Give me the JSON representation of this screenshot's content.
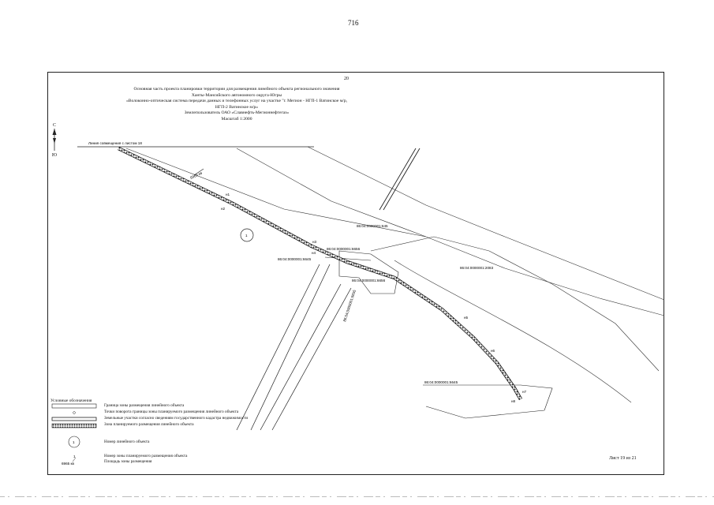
{
  "page_number": "716",
  "sheet_number": "20",
  "title": {
    "line1": "Основная часть проекта планировки территории для размещения линейного объекта регионального значения",
    "line2": "Ханты-Мансийского автономного округа-Югры",
    "line3": "«Волоконно-оптическая система передачи данных и телефонных услуг на участке \"г. Мегион - НГП-1 Ватинское м/р,",
    "line4": "НГП-2 Ватинское м/р»",
    "line5": "Землепользователь ОАО «Славнефть-Мегионнефтегаз»",
    "line6": "Масштаб 1:2000"
  },
  "compass": {
    "north": "С",
    "south": "Ю"
  },
  "map": {
    "match_line_label": "Линия совмещения с листом 18",
    "area_label": "6965 кв",
    "object_number": "1",
    "points": [
      "н1",
      "н2",
      "н3",
      "н4",
      "н5",
      "н6",
      "н7",
      "н8"
    ],
    "cadastral": [
      "86:04:0000001:645",
      "86:04:0000001:6656",
      "86:04:0000001:6645",
      "86:04:0000001:6656",
      "86:04:0000001:6655",
      "86:04:0000001:2083",
      "86:04:0000001:6645"
    ]
  },
  "legend": {
    "title": "Условные обозначения",
    "items": [
      "Граница зоны размещения линейного объекта",
      "Точки поворота границы зоны планируемого размещения линейного объекта",
      "Земельные участки согласно сведениям государственного кадастра недвижимости",
      "Зона планируемого размещения линейного объекта",
      "Номер линейного объекта",
      "Номер зоны планируемого размещения объекта",
      "Площадь зоны размещения"
    ],
    "symbol_number": "1",
    "symbol_area_top": "1",
    "symbol_area": "6965 кв"
  },
  "sheet_count": "Лист 19 из 21"
}
